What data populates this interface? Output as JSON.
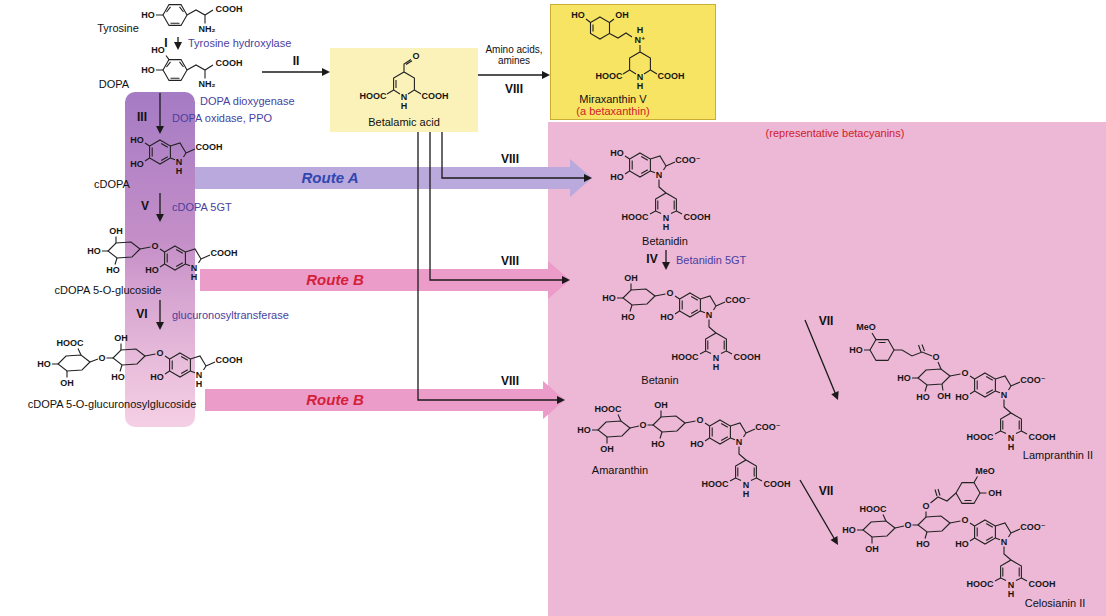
{
  "diagram": {
    "nodes": [
      {
        "text": [
          "Tyrosine"
        ]
      },
      {
        "text": [
          "DOPA"
        ]
      },
      {
        "text": [
          "Betalamic acid"
        ]
      },
      {
        "text": [
          "Miraxanthin V",
          "(a betaxanthin)"
        ]
      },
      {
        "text": [
          "cDOPA"
        ]
      },
      {
        "text": [
          "cDOPA 5-O-glucoside"
        ]
      },
      {
        "text": [
          "cDOPA 5-O-glucuronosylglucoside"
        ]
      },
      {
        "text": [
          "(representative betacyanins)"
        ]
      },
      {
        "text": [
          "Betanidin"
        ],
        "in": 7
      },
      {
        "text": [
          "Betanin"
        ],
        "in": 7
      },
      {
        "text": [
          "Lampranthin II"
        ],
        "in": 7
      },
      {
        "text": [
          "Amaranthin"
        ],
        "in": 7
      },
      {
        "text": [
          "Celosianin II"
        ],
        "in": 7
      }
    ],
    "edges": [
      {
        "from": 0,
        "to": 1,
        "arrow": "to",
        "label": "Tyrosine hydroxylase"
      },
      {
        "from": 1,
        "to": 2,
        "arrow": "to",
        "label": "DOPA dioxygenase"
      },
      {
        "from": 2,
        "to": 3,
        "arrow": "to",
        "label": "Amino acids, amines"
      },
      {
        "from": 1,
        "to": 4,
        "arrow": "to",
        "label": "DOPA oxidase, PPO"
      },
      {
        "from": 4,
        "to": 5,
        "arrow": "to",
        "label": "cDOPA 5GT"
      },
      {
        "from": 5,
        "to": 6,
        "arrow": "to",
        "label": "glucuronosyltransferase"
      },
      {
        "from": 4,
        "to": 8,
        "arrow": "to",
        "label": "Route A"
      },
      {
        "from": 2,
        "to": 8,
        "arrow": "to"
      },
      {
        "from": 5,
        "to": 9,
        "arrow": "to",
        "label": "Route B"
      },
      {
        "from": 2,
        "to": 9,
        "arrow": "to"
      },
      {
        "from": 6,
        "to": 11,
        "arrow": "to",
        "label": "Route B"
      },
      {
        "from": 2,
        "to": 11,
        "arrow": "to"
      },
      {
        "from": 8,
        "to": 9,
        "arrow": "to",
        "label": "Betanidin 5GT"
      },
      {
        "from": 9,
        "to": 10,
        "arrow": "to"
      },
      {
        "from": 11,
        "to": 12,
        "arrow": "to"
      }
    ],
    "labels": [
      "I",
      "II",
      "III",
      "V",
      "VI",
      "VIII",
      "VIII",
      "VIII",
      "VIII",
      "IV",
      "VII",
      "VII",
      "HO",
      "COOH",
      "NH₂",
      "HO",
      "HO",
      "COOH",
      "NH₂",
      "O",
      "HOOC",
      "N",
      "H",
      "COOH",
      "HO",
      "OH",
      "H",
      "N⁺",
      "HOOC",
      "N",
      "H",
      "COOH",
      "HO",
      "HO",
      "COOH",
      "N",
      "H",
      "OH",
      "HO",
      "HO",
      "O",
      "HO",
      "COOH",
      "N",
      "H",
      "HOOC",
      "OH",
      "HO",
      "O",
      "O",
      "OH",
      "HO",
      "HO",
      "COOH",
      "N",
      "H",
      "HO",
      "HO",
      "COO⁻",
      "N",
      "HOOC",
      "N",
      "H",
      "COOH",
      "OH",
      "HO",
      "HO",
      "O",
      "HO",
      "COO⁻",
      "N",
      "HOOC",
      "N",
      "H",
      "COOH",
      "MeO",
      "HO",
      "O",
      "HO",
      "HO",
      "OH",
      "O",
      "HO",
      "COO⁻",
      "N",
      "HOOC",
      "N",
      "H",
      "COOH",
      "HOOC",
      "OH",
      "HO",
      "O",
      "O",
      "OH",
      "HO",
      "HO",
      "COO⁻",
      "N",
      "HOOC",
      "N",
      "H",
      "COOH",
      "MeO",
      "OH",
      "HOOC",
      "O",
      "HO",
      "O",
      "O",
      "OH",
      "HO",
      "HO",
      "COO⁻",
      "N",
      "HOOC",
      "N",
      "H",
      "COOH"
    ]
  }
}
